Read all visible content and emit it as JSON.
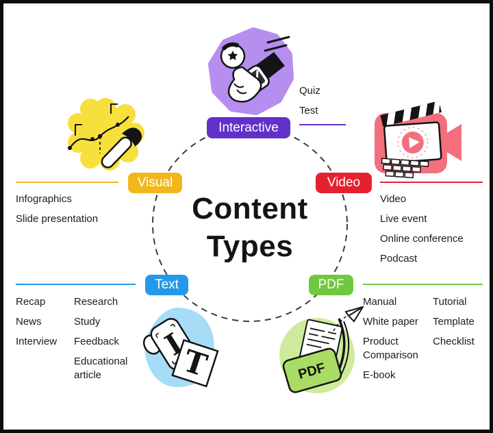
{
  "page": {
    "background_color": "#ffffff",
    "frame_color": "#0d0d0d",
    "dashed_circle_color": "#3b3b3b"
  },
  "center": {
    "title": "Content Types",
    "title_line1": "Content",
    "title_line2": "Types"
  },
  "categories": {
    "interactive": {
      "label": "Interactive",
      "color": "#6130C9",
      "items": [
        "Quiz",
        "Test"
      ],
      "illustration": "hand-with-smartwatch-illustration"
    },
    "visual": {
      "label": "Visual",
      "color": "#F2B71C",
      "items": [
        "Infographics",
        "Slide presentation"
      ],
      "illustration": "paintbrush-and-chart-illustration"
    },
    "video": {
      "label": "Video",
      "color": "#E6212E",
      "items": [
        "Video",
        "Live event",
        "Online conference",
        "Podcast"
      ],
      "illustration": "laptop-with-clapperboard-illustration"
    },
    "text": {
      "label": "Text",
      "color": "#2499EA",
      "items_col1": [
        "Recap",
        "News",
        "Interview"
      ],
      "items_col2": [
        "Research",
        "Study",
        "Feedback",
        "Educational article"
      ],
      "illustration": "letter-stamp-blocks-illustration",
      "illustration_letters": {
        "stamp": "I",
        "block": "T"
      }
    },
    "pdf": {
      "label": "PDF",
      "color": "#71C83E",
      "items_col1": [
        "Manual",
        "White paper",
        "Product Comparison",
        "E-book"
      ],
      "items_col2": [
        "Tutorial",
        "Template",
        "Checklist"
      ],
      "illustration": "pdf-folder-paper-plane-illustration",
      "illustration_text": "PDF"
    }
  }
}
